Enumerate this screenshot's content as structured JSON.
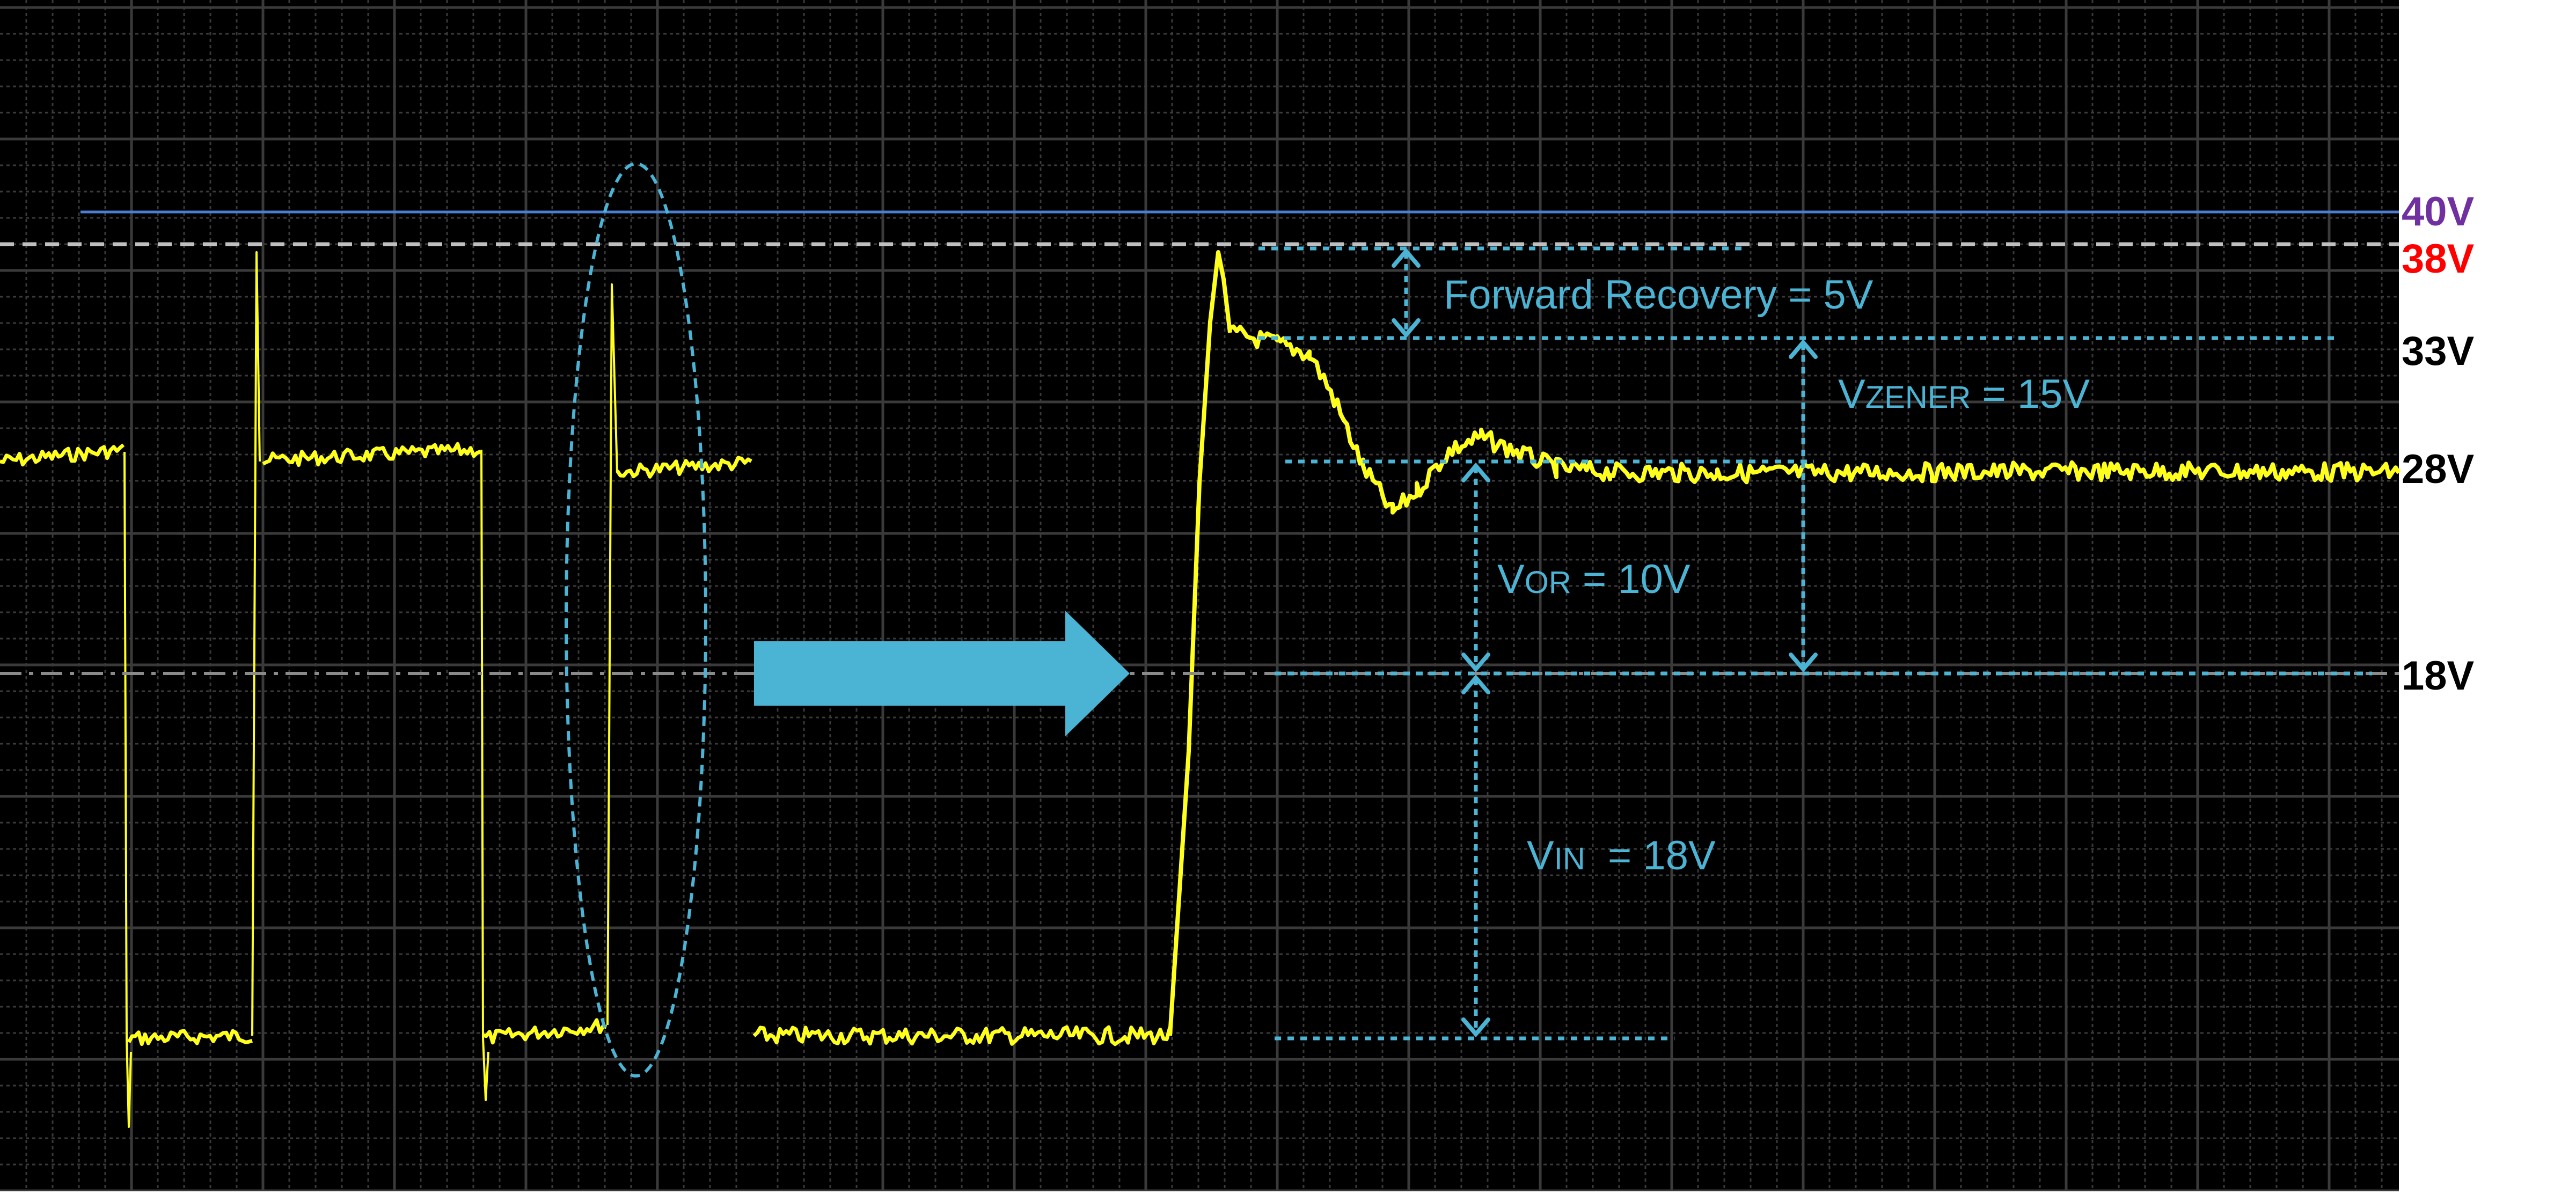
{
  "voltage_labels": {
    "v40": "40V",
    "v38": "38V",
    "v33": "33V",
    "v28": "28V",
    "v18": "18V"
  },
  "annotations": {
    "forward_recovery": "Forward Recovery = 5V",
    "vzener_prefix": "V",
    "vzener_sub": "ZENER",
    "vzener_value": " = 15V",
    "vor_prefix": "V",
    "vor_sub": "OR",
    "vor_value": " = 10V",
    "vin_prefix": "V",
    "vin_sub": "IN",
    "vin_value": "  = 18V"
  },
  "colors": {
    "scope_background": "#000000",
    "page_background": "#ffffff",
    "grid": "#3a3a3a",
    "trace": "#ffff1e",
    "annotation": "#4bb3d3",
    "arrow": "#4bb3d3",
    "v40_label": "#7030a0",
    "v38_label": "#ff0000",
    "other_labels": "#000000",
    "clamp_line": "#4a7fd4",
    "dashed_reference": "#bfbfbf"
  }
}
